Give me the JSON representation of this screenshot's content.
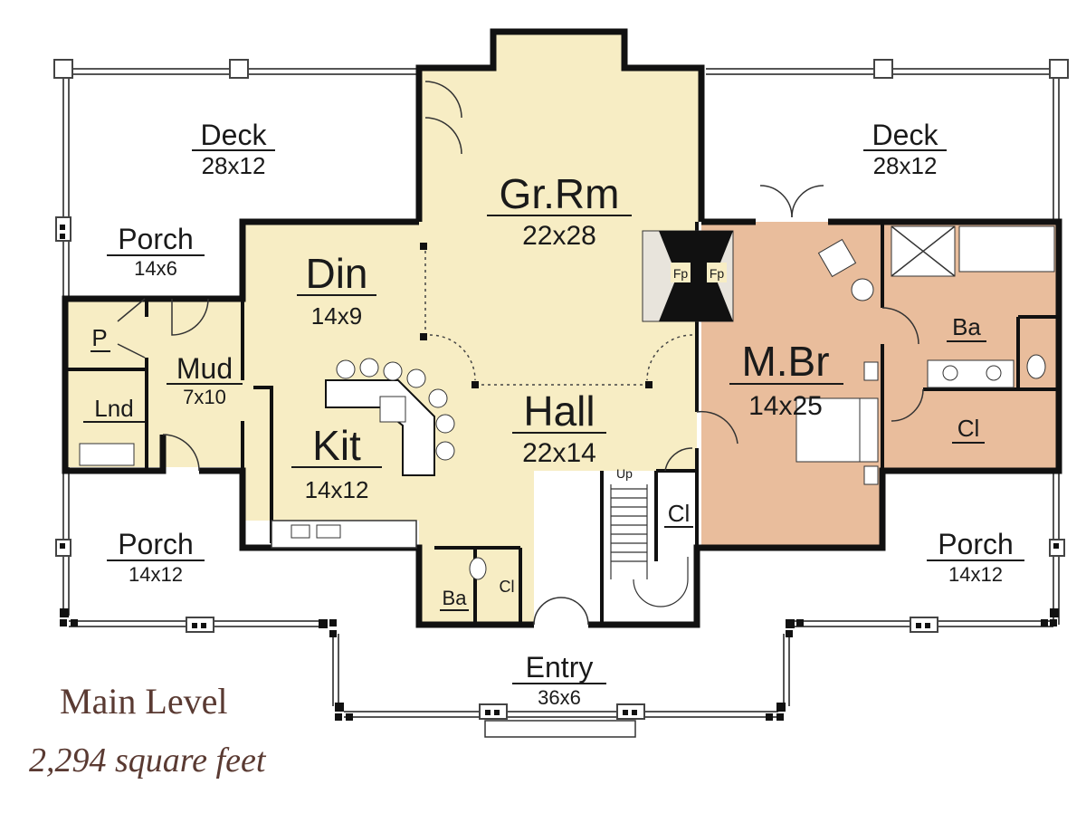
{
  "plan": {
    "colors": {
      "living": "#f7edc4",
      "master": "#e9bd9c",
      "wall": "#111111",
      "title": "#5a3a32"
    },
    "rooms": {
      "deck_left": {
        "name": "Deck",
        "dims": "28x12"
      },
      "deck_right": {
        "name": "Deck",
        "dims": "28x12"
      },
      "great_room": {
        "name": "Gr.Rm",
        "dims": "22x28"
      },
      "porch_nw": {
        "name": "Porch",
        "dims": "14x6"
      },
      "dining": {
        "name": "Din",
        "dims": "14x9"
      },
      "pantry": {
        "name": "P"
      },
      "mud": {
        "name": "Mud",
        "dims": "7x10"
      },
      "laundry": {
        "name": "Lnd"
      },
      "kitchen": {
        "name": "Kit",
        "dims": "14x12"
      },
      "hall": {
        "name": "Hall",
        "dims": "22x14"
      },
      "master_bed": {
        "name": "M.Br",
        "dims": "14x25"
      },
      "master_bath": {
        "name": "Ba"
      },
      "master_closet": {
        "name": "Cl"
      },
      "hall_closet": {
        "name": "Cl"
      },
      "porch_sw": {
        "name": "Porch",
        "dims": "14x12"
      },
      "porch_se": {
        "name": "Porch",
        "dims": "14x12"
      },
      "powder_bath": {
        "name": "Ba"
      },
      "entry_closet": {
        "name": "Cl"
      },
      "entry": {
        "name": "Entry",
        "dims": "36x6"
      }
    },
    "fireplace_left": "Fp",
    "fireplace_right": "Fp",
    "stair_label": "Up",
    "title": "Main Level",
    "subtitle": "2,294 square feet"
  }
}
